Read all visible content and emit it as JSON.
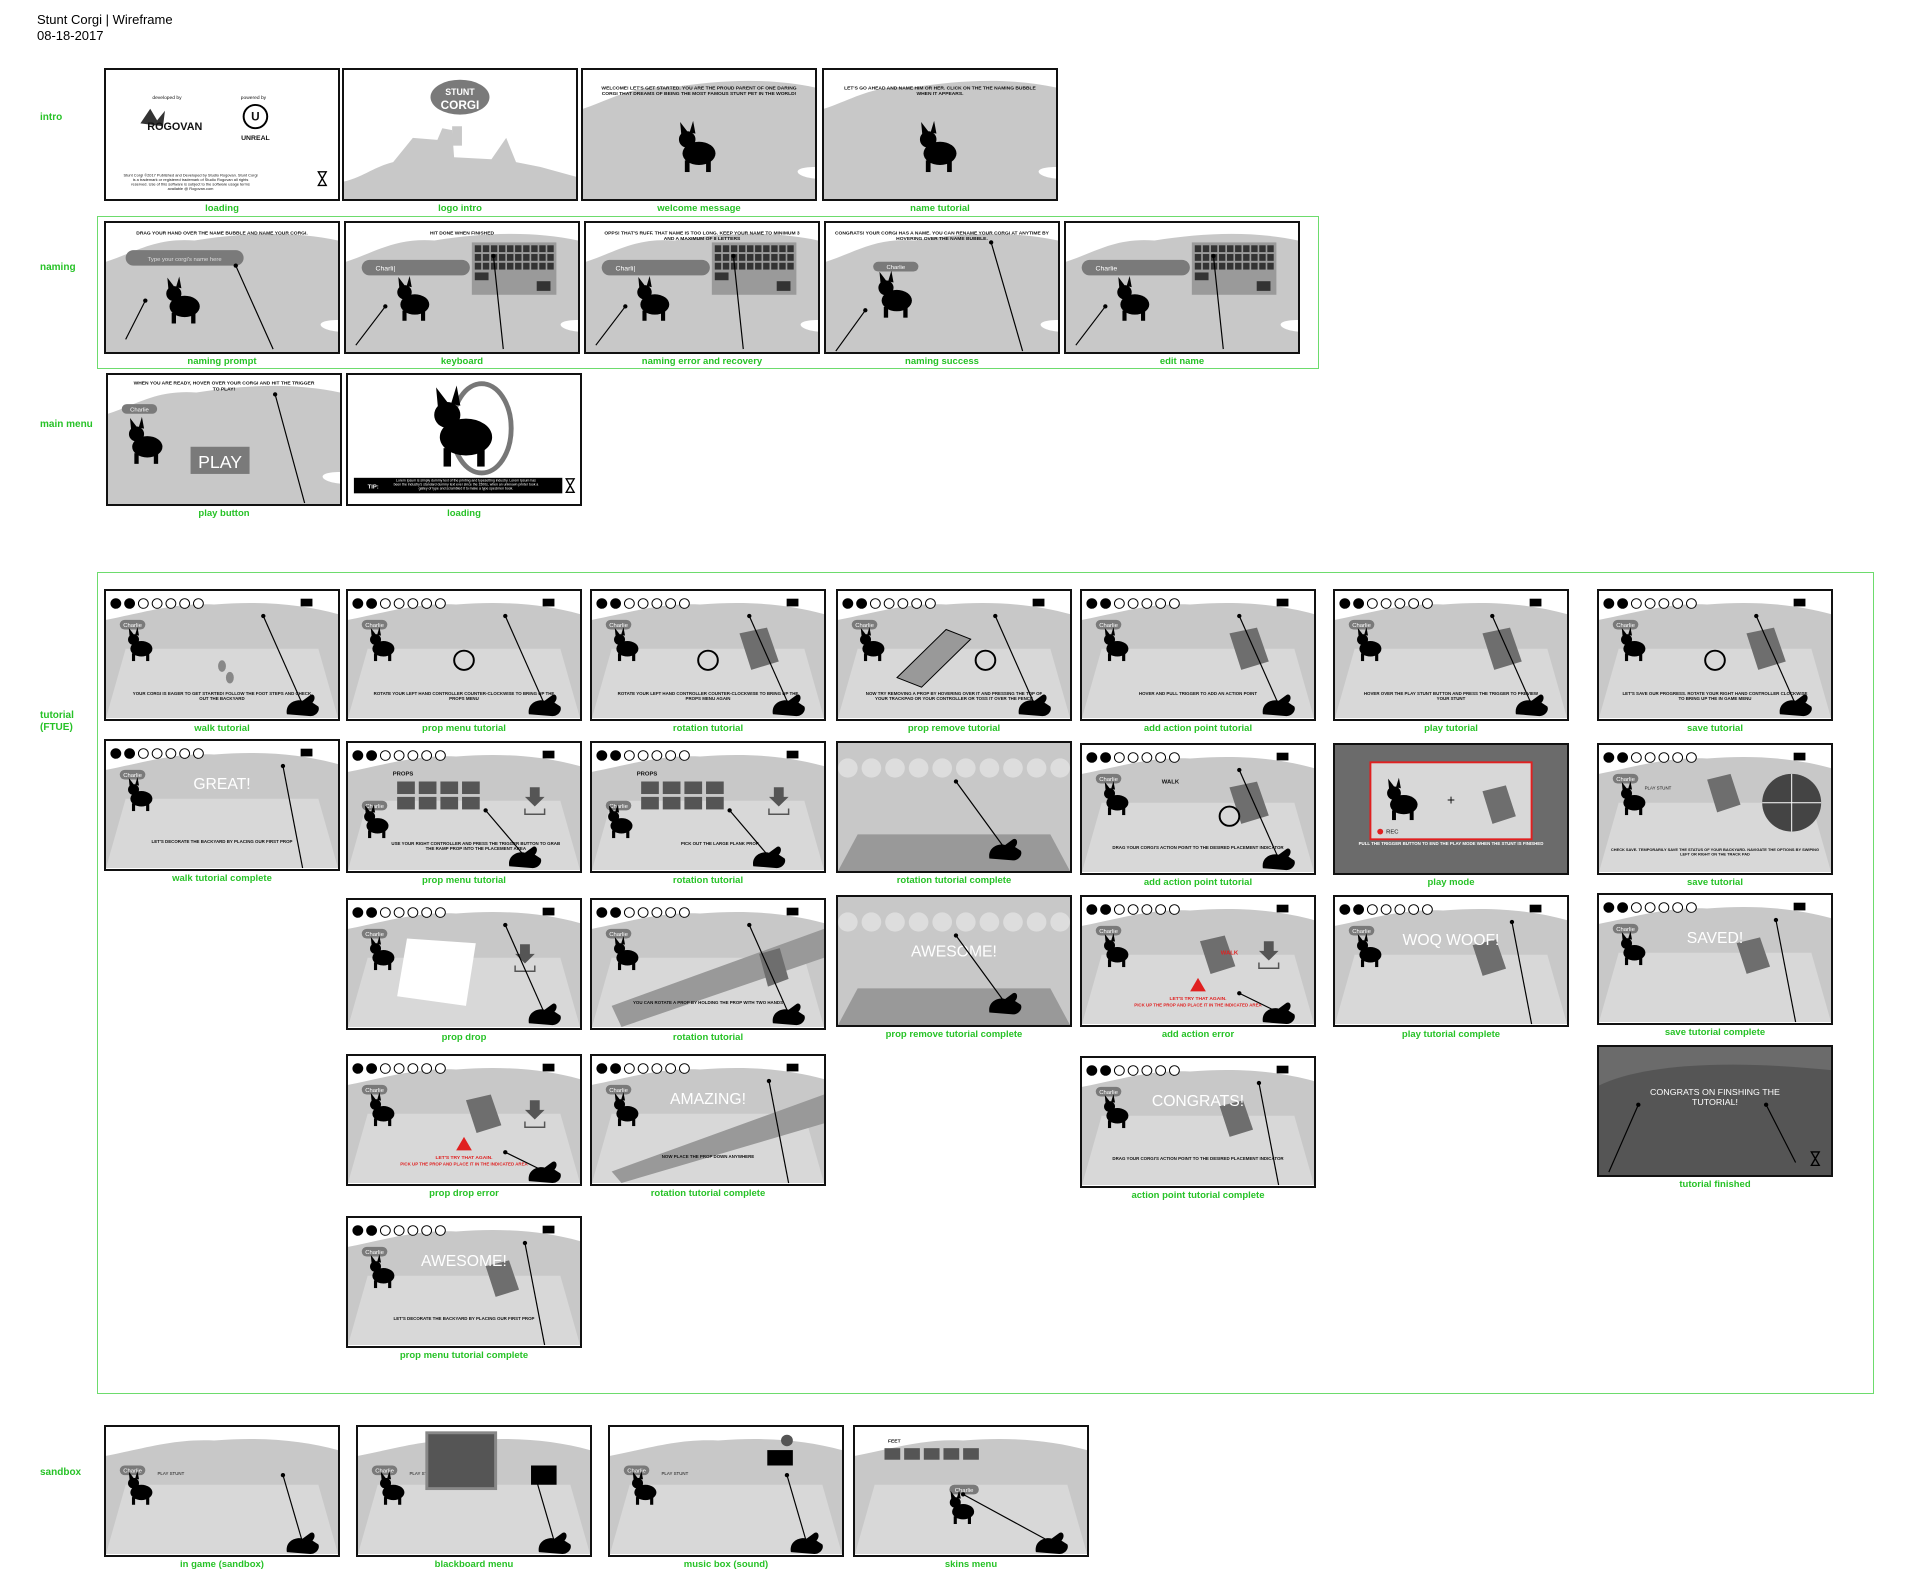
{
  "title": "Stunt Corgi | Wireframe",
  "date": "08-18-2017",
  "colors": {
    "label_green": "#27c227",
    "box_green": "#6ddc6d",
    "bg_grey": "#c8c8c8",
    "dark_grey": "#6b6b6b",
    "error_red": "#e02020"
  },
  "sections": {
    "intro": "intro",
    "naming": "naming",
    "main_menu": "main menu",
    "tutorial": "tutorial (FTUE)",
    "sandbox": "sandbox"
  },
  "frames": [
    {
      "id": "f_loading_intro",
      "caption": "loading",
      "kind": "loading_logos",
      "texts": [
        "developed by",
        "powered by",
        "ROGOVAN",
        "UNREAL",
        "Stunt Corgi ©2017 Published and Developed by Studio Rogovan. Stunt Corgi is a trademark or registered trademark of Studio Rogovan all rights reserved. Use of this software is subject to the software usage terms available @ Rogovan.com"
      ]
    },
    {
      "id": "f_logo_intro",
      "caption": "logo intro",
      "kind": "logo",
      "texts": [
        "STUNT",
        "CORGI"
      ]
    },
    {
      "id": "f_welcome",
      "caption": "welcome message",
      "kind": "corgi_msg",
      "texts": [
        "WELCOME! LET'S GET STARTED. YOU ARE THE PROUD PARENT OF ONE DARING CORGI THAT DREAMS OF BEING THE MOST FAMOUS STUNT PET IN THE WORLD!"
      ]
    },
    {
      "id": "f_name_tut",
      "caption": "name tutorial",
      "kind": "corgi_msg",
      "texts": [
        "LET'S GO AHEAD AND NAME HIM OR HER. CLICK ON THE THE NAMING BUBBLE WHEN IT APPEARS."
      ]
    },
    {
      "id": "f_naming_prompt",
      "caption": "naming prompt",
      "kind": "naming",
      "texts": [
        "DRAG YOUR HAND OVER THE NAME BUBBLE AND NAME YOUR CORGI.",
        "Type your corgi's name here"
      ]
    },
    {
      "id": "f_keyboard",
      "caption": "keyboard",
      "kind": "naming_kb",
      "texts": [
        "HIT DONE WHEN FINISHED",
        "Charli|"
      ]
    },
    {
      "id": "f_naming_err",
      "caption": "naming error and recovery",
      "kind": "naming_kb",
      "texts": [
        "OPPS! THAT'S RUFF. THAT NAME IS TOO LONG. KEEP YOUR NAME TO MINIMUM 3 AND A MAXIMUM OF 8 LETTERS",
        "Charli|"
      ]
    },
    {
      "id": "f_naming_success",
      "caption": "naming success",
      "kind": "naming",
      "texts": [
        "CONGRATS! YOUR CORGI HAS A NAME. YOU CAN RENAME YOUR CORGI AT ANYTIME BY HOVERING OVER THE NAME BUBBLE.",
        "Charlie"
      ]
    },
    {
      "id": "f_edit_name",
      "caption": "edit name",
      "kind": "naming_kb",
      "texts": [
        "",
        "Charlie"
      ]
    },
    {
      "id": "f_play_button",
      "caption": "play button",
      "kind": "play",
      "texts": [
        "WHEN YOU ARE READY, HOVER OVER YOUR CORGI AND HIT THE TRIGGER TO PLAY!",
        "Charlie",
        "PLAY"
      ]
    },
    {
      "id": "f_loading_main",
      "caption": "loading",
      "kind": "loading_hoop",
      "texts": [
        "TIP:",
        "Lorem Ipsum is simply dummy text of the printing and typesetting industry. Lorem Ipsum has been the industry's standard dummy text ever since the 1500s, when an unknown printer took a galley of type and scrambled it to make a type specimen book."
      ]
    },
    {
      "id": "t_walk",
      "caption": "walk tutorial",
      "kind": "tut",
      "texts": [
        "Charlie",
        "YOUR CORGI IS EAGER TO GET STARTED! FOLLOW THE FOOT STEPS AND CHECK OUT THE BACKYARD"
      ]
    },
    {
      "id": "t_prop_menu",
      "caption": "prop menu tutorial",
      "kind": "tut",
      "texts": [
        "Charlie",
        "ROTATE YOUR LEFT HAND CONTROLLER COUNTER-CLOCKWISE TO BRING UP THE PROPS MENU"
      ]
    },
    {
      "id": "t_rotation",
      "caption": "rotation tutorial",
      "kind": "tut",
      "texts": [
        "Charlie",
        "ROTATE YOUR LEFT HAND CONTROLLER COUNTER-CLOCKWISE TO BRING UP THE PROPS MENU AGAIN"
      ]
    },
    {
      "id": "t_prop_remove",
      "caption": "prop remove tutorial",
      "kind": "tut",
      "texts": [
        "Charlie",
        "NOW TRY REMOVING A PROP BY HOVERING OVER IT AND PRESSING THE TOP OF YOUR TRACKPAD OR YOUR CONTROLLER OR TOSS IT OVER THE FENCE"
      ]
    },
    {
      "id": "t_add_action",
      "caption": "add action point tutorial",
      "kind": "tut",
      "texts": [
        "Charlie",
        "HOVER AND PULL TRIGGER TO ADD AN ACTION POINT"
      ]
    },
    {
      "id": "t_play",
      "caption": "play tutorial",
      "kind": "tut",
      "texts": [
        "Charlie",
        "HOVER OVER THE PLAY STUNT BUTTON AND PRESS THE TRIGGER TO PREVIEW YOUR STUNT"
      ]
    },
    {
      "id": "t_save",
      "caption": "save tutorial",
      "kind": "tut",
      "texts": [
        "Charlie",
        "LET'S SAVE OUR PROGRESS. ROTATE YOUR RIGHT HAND CONTROLLER CLOCKWISE TO BRING UP THE IN GAME MENU"
      ]
    },
    {
      "id": "t_walk_done",
      "caption": "walk tutorial complete",
      "kind": "tut_big",
      "texts": [
        "Charlie",
        "GREAT!",
        "LET'S DECORATE THE BACKYARD BY PLACING OUR FIRST PROP"
      ]
    },
    {
      "id": "t_prop_menu2",
      "caption": "prop menu tutorial",
      "kind": "tut_props",
      "texts": [
        "Charlie",
        "PROPS",
        "USE YOUR RIGHT CONTROLLER AND PRESS THE TRIGGER BUTTON TO GRAB THE RAMP PROP INTO THE PLACEMENT AREA"
      ]
    },
    {
      "id": "t_rotation2",
      "caption": "rotation tutorial",
      "kind": "tut_props",
      "texts": [
        "Charlie",
        "PROPS",
        "PICK OUT THE LARGE PLANK PROP"
      ]
    },
    {
      "id": "t_rotation_done",
      "caption": "rotation tutorial complete",
      "kind": "tut_scene",
      "texts": [
        ""
      ]
    },
    {
      "id": "t_add_action2",
      "caption": "add action point tutorial",
      "kind": "tut",
      "texts": [
        "Charlie",
        "WALK",
        "DRAG YOUR CORGI'S ACTION POINT TO THE DESIRED PLACEMENT INDICATOR"
      ]
    },
    {
      "id": "t_play_mode",
      "caption": "play mode",
      "kind": "play_mode",
      "texts": [
        "REC",
        "PULL THE TRIGGER BUTTON TO END THE PLAY MODE WHEN THE STUNT IS FINISHED"
      ]
    },
    {
      "id": "t_save2",
      "caption": "save tutorial",
      "kind": "tut_wheel",
      "texts": [
        "Charlie",
        "PLAY STUNT",
        "CHECK SAVE. TEMPORARILY SAVE THE STATUS OF YOUR BACKYARD. NAVIGATE THE OPTIONS BY SWIPING LEFT OR RIGHT ON THE TRACK PAD"
      ]
    },
    {
      "id": "t_prop_drop",
      "caption": "prop drop",
      "kind": "tut",
      "texts": [
        "Charlie",
        ""
      ]
    },
    {
      "id": "t_rotation3",
      "caption": "rotation tutorial",
      "kind": "tut",
      "texts": [
        "Charlie",
        "YOU CAN ROTATE A PROP BY HOLDING THE PROP WITH TWO HANDS"
      ]
    },
    {
      "id": "t_prop_remove_done",
      "caption": "prop remove tutorial complete",
      "kind": "tut_scene_big",
      "texts": [
        "AWESOME!"
      ]
    },
    {
      "id": "t_add_err",
      "caption": "add action error",
      "kind": "tut_err",
      "texts": [
        "Charlie",
        "WALK",
        "LET'S TRY THAT AGAIN.",
        "PICK UP THE PROP AND PLACE IT IN THE INDICATED AREA"
      ]
    },
    {
      "id": "t_play_done",
      "caption": "play tutorial complete",
      "kind": "tut_big",
      "texts": [
        "Charlie",
        "WOQ WOOF!",
        ""
      ]
    },
    {
      "id": "t_save_done",
      "caption": "save tutorial complete",
      "kind": "tut_big",
      "texts": [
        "Charlie",
        "SAVED!",
        ""
      ]
    },
    {
      "id": "t_prop_drop_err",
      "caption": "prop drop error",
      "kind": "tut_err",
      "texts": [
        "Charlie",
        "",
        "LET'S TRY THAT AGAIN.",
        "PICK UP THE PROP AND PLACE IT IN THE INDICATED AREA"
      ]
    },
    {
      "id": "t_rotation3_done",
      "caption": "rotation tutorial complete",
      "kind": "tut_big",
      "texts": [
        "Charlie",
        "AMAZING!",
        "NOW PLACE THE PROP DOWN ANYWHERE"
      ]
    },
    {
      "id": "t_action_done",
      "caption": "action point tutorial complete",
      "kind": "tut_big",
      "texts": [
        "Charlie",
        "CONGRATS!",
        "DRAG YOUR CORGI'S ACTION POINT TO THE DESIRED PLACEMENT INDICATOR"
      ]
    },
    {
      "id": "t_finished",
      "caption": "tutorial finished",
      "kind": "finished",
      "texts": [
        "CONGRATS ON FINSHING THE TUTORIAL!"
      ]
    },
    {
      "id": "t_prop_menu_done",
      "caption": "prop menu tutorial complete",
      "kind": "tut_big",
      "texts": [
        "Charlie",
        "AWESOME!",
        "LET'S DECORATE THE BACKYARD BY PLACING OUR FIRST PROP"
      ]
    },
    {
      "id": "s_game",
      "caption": "in game (sandbox)",
      "kind": "sandbox",
      "texts": [
        "Charlie",
        "PLAY STUNT"
      ]
    },
    {
      "id": "s_blackboard",
      "caption": "blackboard menu",
      "kind": "sandbox_bb",
      "texts": [
        "Charlie",
        "PLAY STUNT"
      ]
    },
    {
      "id": "s_music",
      "caption": "music box (sound)",
      "kind": "sandbox_music",
      "texts": [
        "Charlie",
        "PLAY STUNT"
      ]
    },
    {
      "id": "s_skins",
      "caption": "skins menu",
      "kind": "sandbox_skins",
      "texts": [
        "FEET",
        "Charlie"
      ]
    }
  ]
}
